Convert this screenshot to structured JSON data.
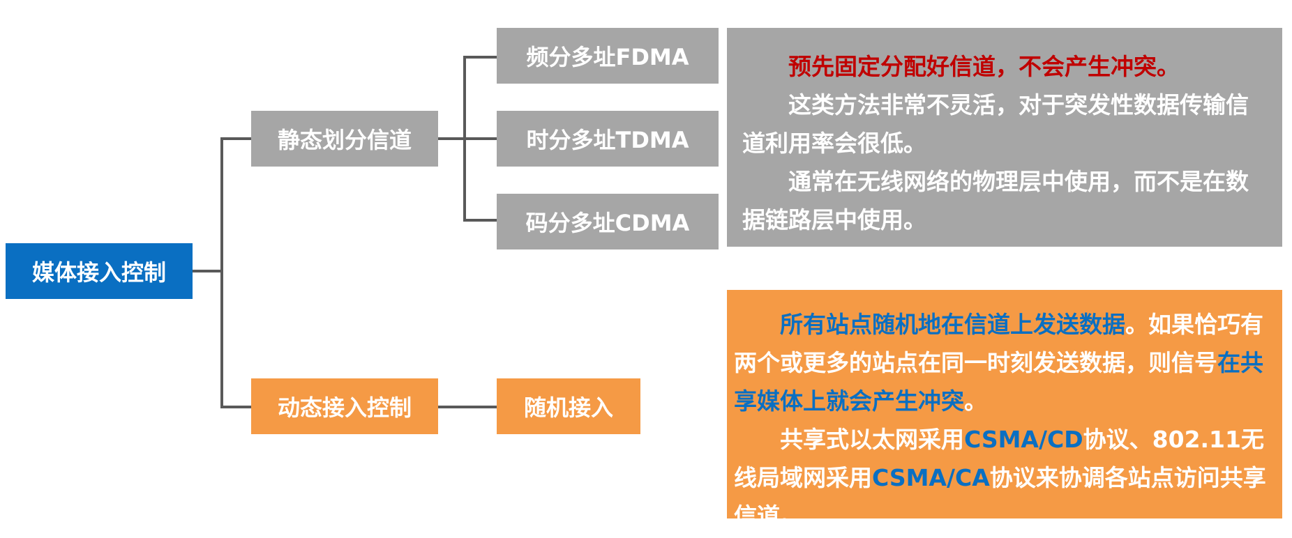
{
  "root": "媒体接入控制",
  "static_branch": {
    "label": "静态划分信道",
    "children": [
      "频分多址FDMA",
      "时分多址TDMA",
      "码分多址CDMA"
    ],
    "description": {
      "p1": "预先固定分配好信道，不会产生冲突。",
      "p2": "这类方法非常不灵活，对于突发性数据传输信道利用率会很低。",
      "p3": "通常在无线网络的物理层中使用，而不是在数据链路层中使用。"
    }
  },
  "dynamic_branch": {
    "label": "动态接入控制",
    "child": "随机接入",
    "description": {
      "p1_hl": "所有站点随机地在信道上发送数据",
      "p1_a": "。如果恰巧有两个或更多的站点在同一时刻发送数据，则信号",
      "p1_hl2": "在共享媒体上就会产生冲突",
      "p1_b": "。",
      "p2_a": "共享式以太网采用",
      "p2_hl": "CSMA/CD",
      "p2_b": "协议、802.11无线局域网采用",
      "p2_hl2": "CSMA/CA",
      "p2_c": "协议来协调各站点访问共享信道。"
    }
  },
  "colors": {
    "root": "#0A6FC2",
    "static": "#A6A6A6",
    "dynamic": "#F59A45",
    "connector": "#595959",
    "emphasis_red": "#C00000",
    "emphasis_blue": "#0A6FC2"
  }
}
